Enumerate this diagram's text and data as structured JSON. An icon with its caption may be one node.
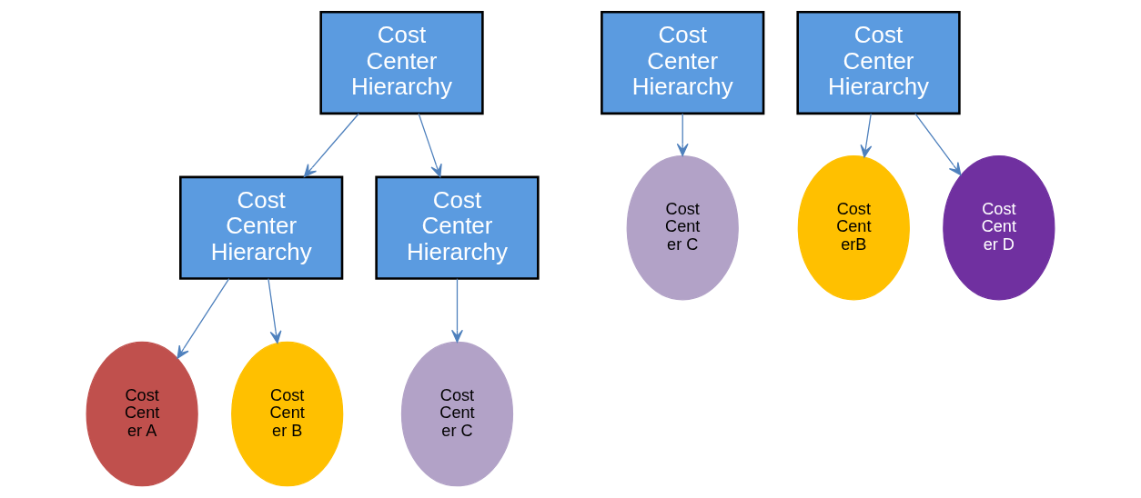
{
  "diagram": {
    "nodes": [
      {
        "text": [
          "Cost Center Hierarchy"
        ]
      },
      {
        "text": [
          "Cost Center Hierarchy"
        ]
      },
      {
        "text": [
          "Cost Center Hierarchy"
        ]
      },
      {
        "text": [
          "Cost Cent er A"
        ]
      },
      {
        "text": [
          "Cost Cent er B"
        ]
      },
      {
        "text": [
          "Cost Cent er C"
        ]
      },
      {
        "text": [
          "Cost Center Hierarchy"
        ]
      },
      {
        "text": [
          "Cost Cent er C"
        ]
      },
      {
        "text": [
          "Cost Center Hierarchy"
        ]
      },
      {
        "text": [
          "Cost Cent erB"
        ]
      },
      {
        "text": [
          "Cost Cent er D"
        ]
      }
    ],
    "edges": [
      {
        "from": 0,
        "to": 1,
        "arrow": "to"
      },
      {
        "from": 0,
        "to": 2,
        "arrow": "to"
      },
      {
        "from": 1,
        "to": 3,
        "arrow": "to"
      },
      {
        "from": 1,
        "to": 4,
        "arrow": "to"
      },
      {
        "from": 2,
        "to": 5,
        "arrow": "to"
      },
      {
        "from": 6,
        "to": 7,
        "arrow": "to"
      },
      {
        "from": 8,
        "to": 9,
        "arrow": "to"
      },
      {
        "from": 8,
        "to": 10,
        "arrow": "to"
      }
    ]
  }
}
